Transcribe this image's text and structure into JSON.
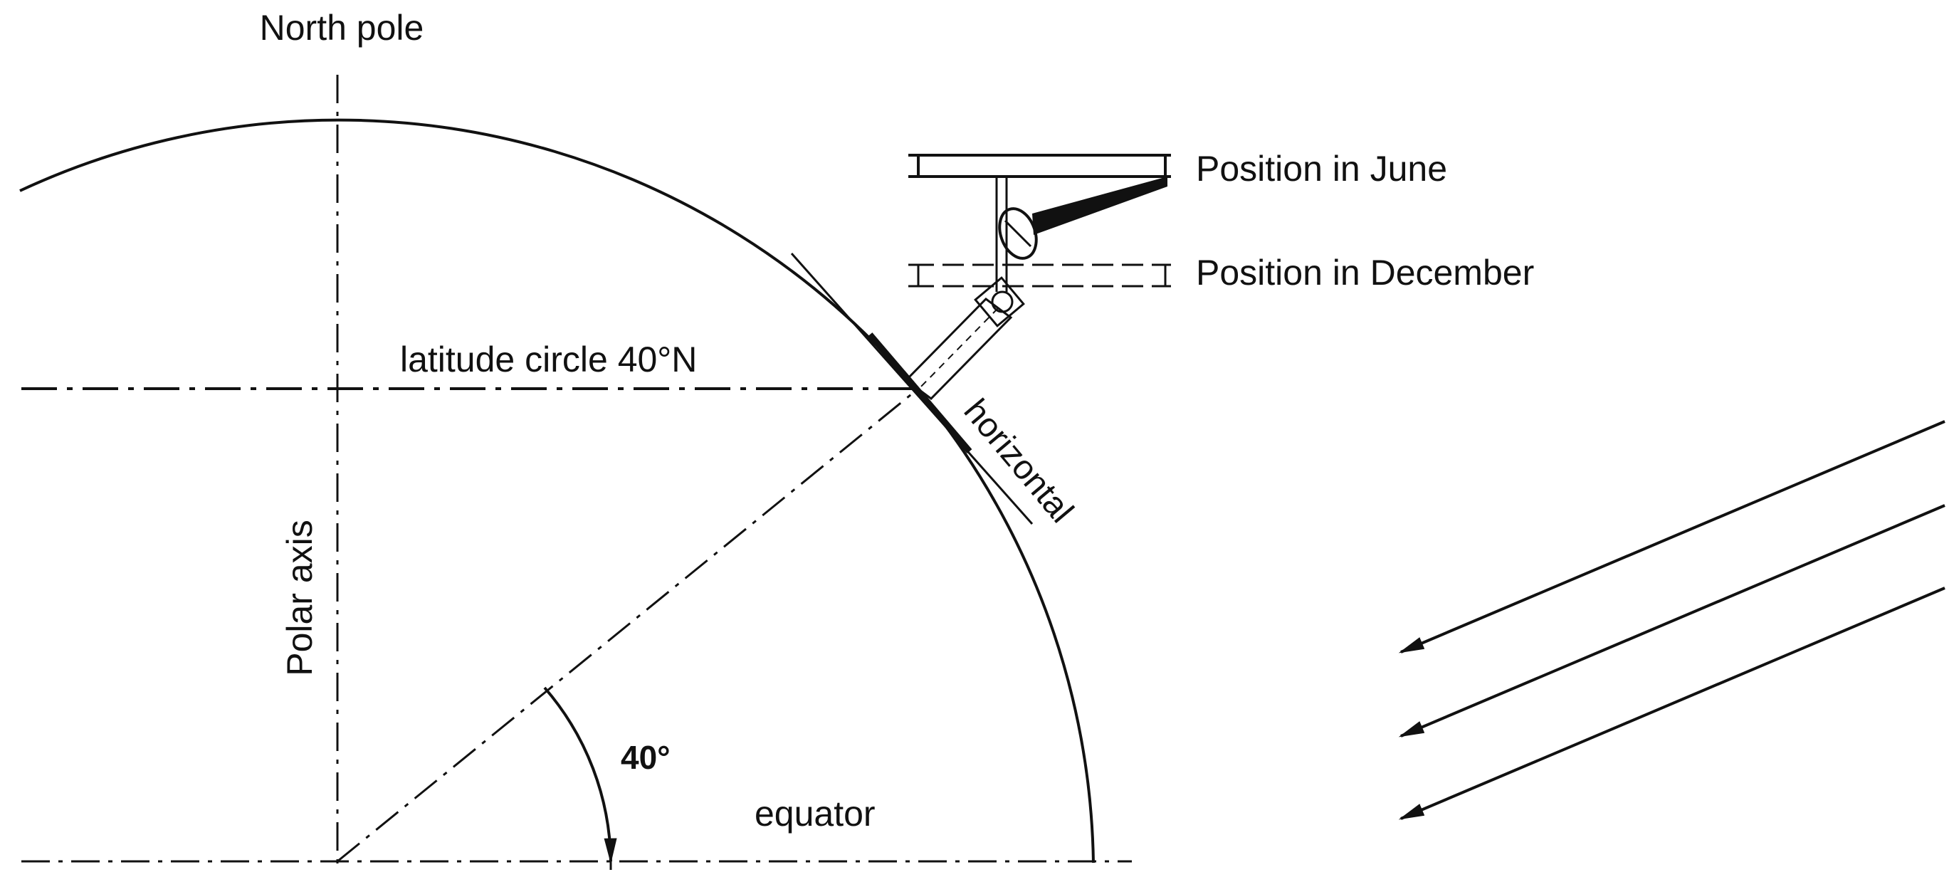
{
  "labels": {
    "north_pole": "North pole",
    "polar_axis": "Polar axis",
    "latitude_circle": "latitude circle 40°N",
    "horizontal": "horizontal",
    "angle": "40°",
    "equator": "equator",
    "position_june": "Position in June",
    "position_december": "Position in December"
  },
  "latitude_deg": 40,
  "colors": {
    "ink": "#111111",
    "background": "#ffffff"
  }
}
